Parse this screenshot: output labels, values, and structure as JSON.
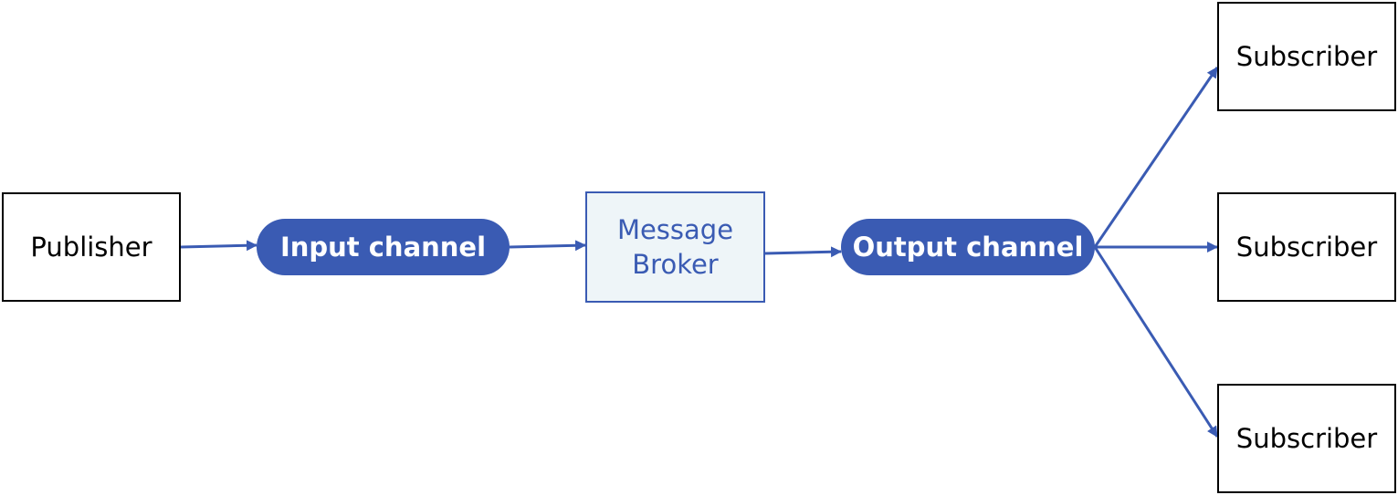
{
  "colors": {
    "accent": "#3a5bb3",
    "broker_fill": "#eef5f8",
    "box_border": "#000000",
    "pill_text": "#ffffff"
  },
  "publisher": {
    "label": "Publisher"
  },
  "input_channel": {
    "label": "Input channel"
  },
  "broker": {
    "line1": "Message",
    "line2": "Broker"
  },
  "output_channel": {
    "label": "Output channel"
  },
  "subscribers": [
    {
      "label": "Subscriber"
    },
    {
      "label": "Subscriber"
    },
    {
      "label": "Subscriber"
    }
  ]
}
